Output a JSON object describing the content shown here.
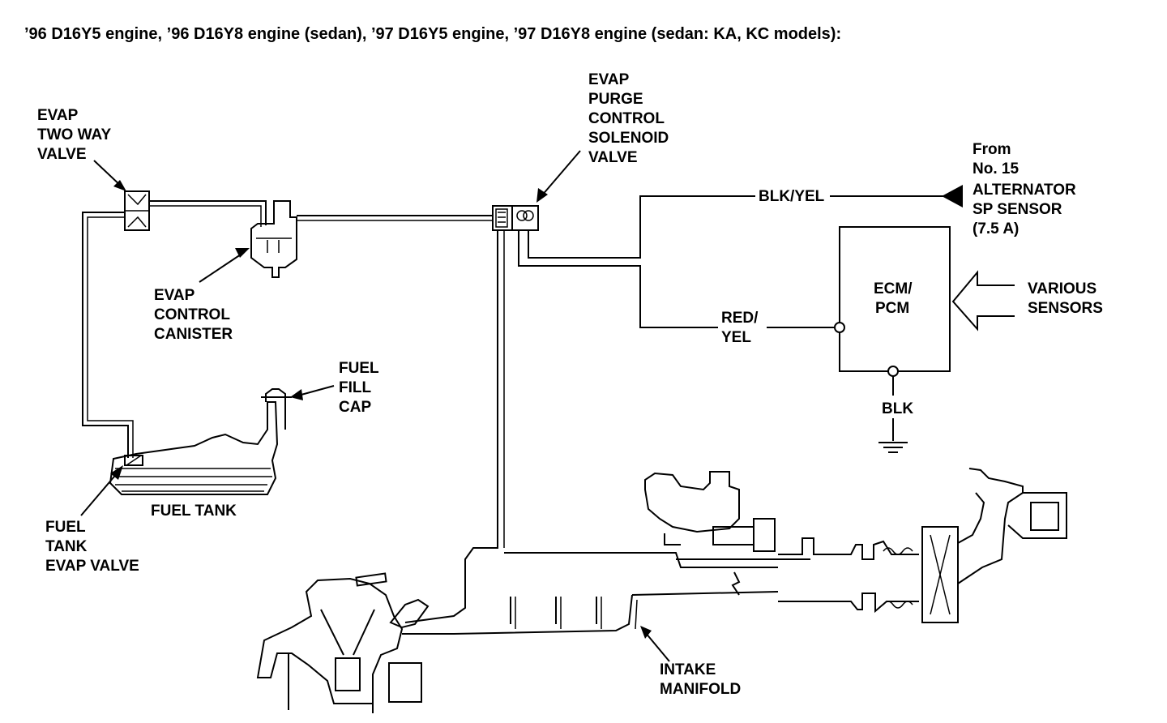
{
  "title": "’96 D16Y5 engine, ’96 D16Y8 engine (sedan), ’97 D16Y5 engine, ’97 D16Y8 engine (sedan: KA, KC models):",
  "components": {
    "two_way_valve": [
      "EVAP",
      "TWO WAY",
      "VALVE"
    ],
    "canister": [
      "EVAP",
      "CONTROL",
      "CANISTER"
    ],
    "fuel_fill_cap": [
      "FUEL",
      "FILL",
      "CAP"
    ],
    "fuel_tank": "FUEL TANK",
    "fuel_tank_evap_valve": [
      "FUEL",
      "TANK",
      "EVAP VALVE"
    ],
    "purge_solenoid": [
      "EVAP",
      "PURGE",
      "CONTROL",
      "SOLENOID",
      "VALVE"
    ],
    "power_source": [
      "From",
      "No. 15",
      "ALTERNATOR",
      "SP SENSOR",
      "(7.5 A)"
    ],
    "ecm": [
      "ECM/",
      "PCM"
    ],
    "various_sensors": [
      "VARIOUS",
      "SENSORS"
    ],
    "intake_manifold": [
      "INTAKE",
      "MANIFOLD"
    ]
  },
  "wires": {
    "blk_yel": "BLK/YEL",
    "red_yel": [
      "RED/",
      "YEL"
    ],
    "blk": "BLK"
  }
}
